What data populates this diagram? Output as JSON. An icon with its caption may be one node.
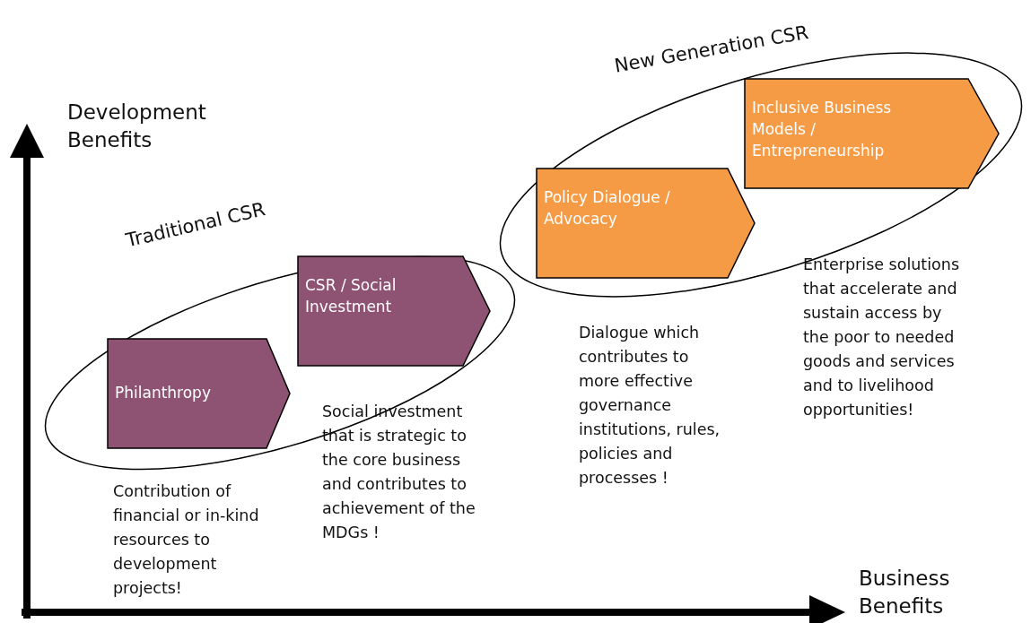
{
  "diagram": {
    "nodes": [
      {
        "text": [
          "Traditional CSR"
        ]
      },
      {
        "text": [
          "Philanthropy"
        ],
        "in": 0,
        "beside": [
          "Contribution of financial or in-kind resources to development projects!"
        ]
      },
      {
        "text": [
          "CSR / Social Investment"
        ],
        "in": 0,
        "beside": [
          "Social investment that is strategic to the core business and contributes to achievement of the MDGs !"
        ]
      },
      {
        "text": [
          "New Generation CSR"
        ]
      },
      {
        "text": [
          "Policy Dialogue / Advocacy"
        ],
        "in": 3,
        "beside": [
          "Dialogue which contributes to more effective governance institutions, rules, policies and processes !"
        ]
      },
      {
        "text": [
          "Inclusive Business Models / Entrepreneurship"
        ],
        "in": 3
      }
    ],
    "edges": [],
    "labels": [
      "Development Benefits",
      "Enterprise solutions that accelerate and sustain access by the poor to needed goods and services and to livelihood opportunities!",
      "Business Benefits"
    ]
  }
}
